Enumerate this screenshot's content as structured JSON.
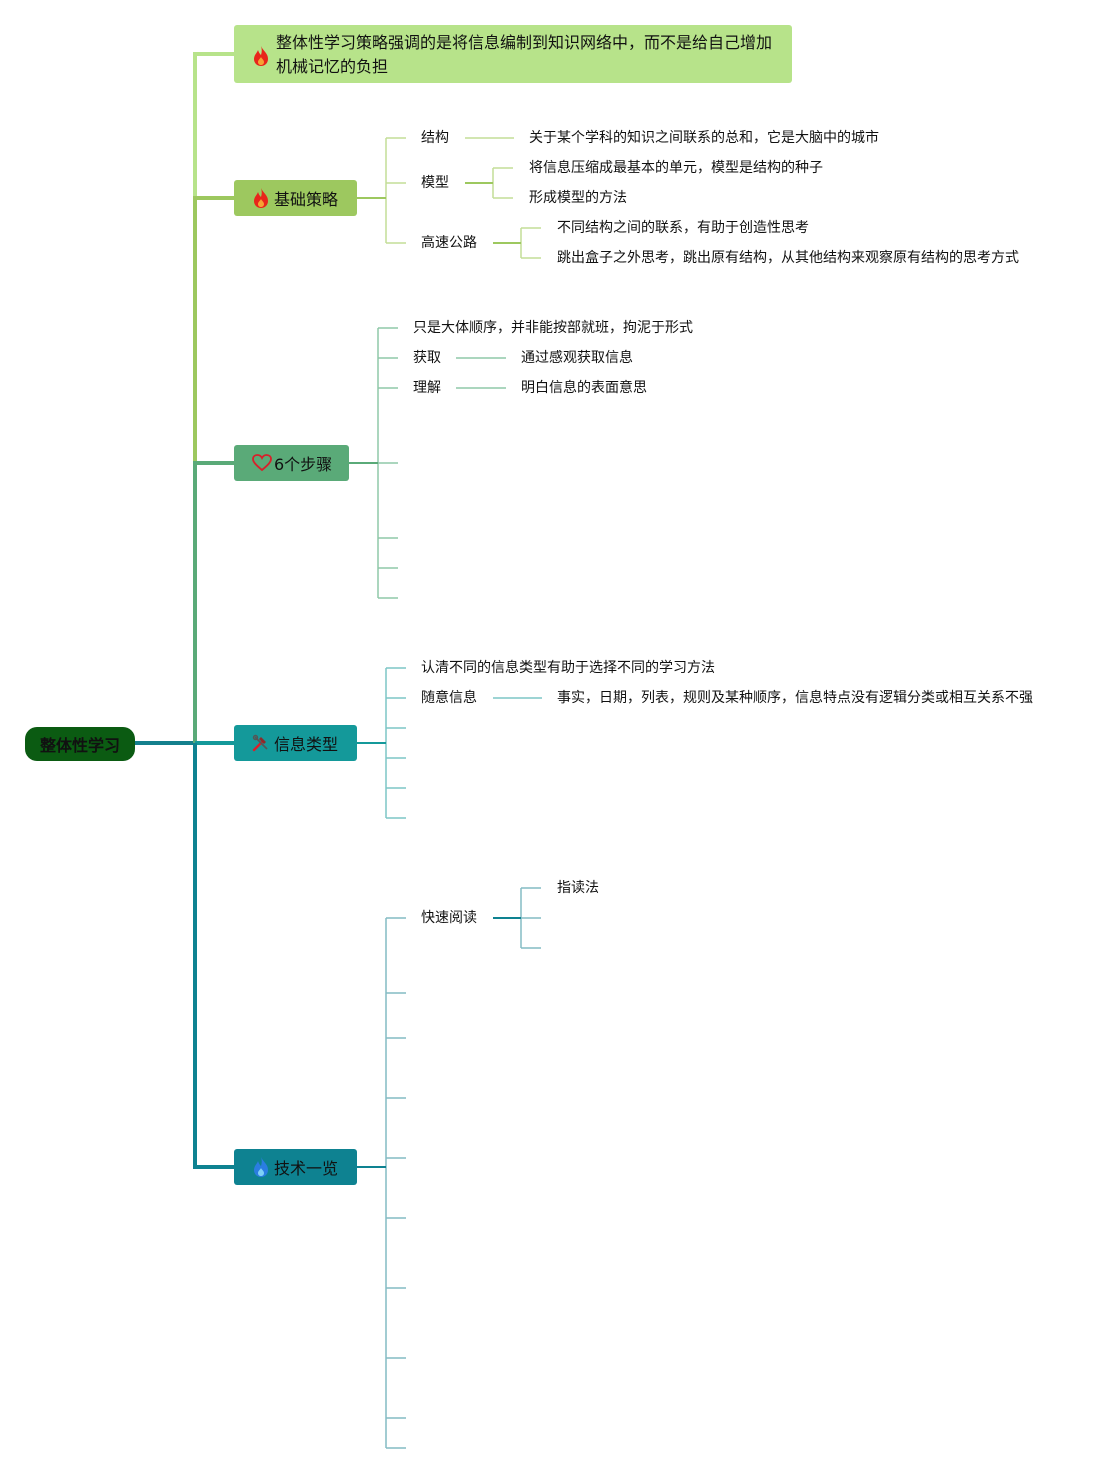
{
  "root": {
    "label": "整体性学习"
  },
  "intro_note": {
    "text": "整体性学习策略强调的是将信息编制到知识网络中，而不是给自己增加机械记忆的负担",
    "icon": "fire-icon"
  },
  "branches": {
    "basic": {
      "label": "基础策略",
      "icon": "fire-icon",
      "color": "#9dc85f",
      "structure": {
        "label": "结构",
        "desc": "关于某个学科的知识之间联系的总和，它是大脑中的城市"
      },
      "model": {
        "label": "模型",
        "desc1": "将信息压缩成最基本的单元，模型是结构的种子",
        "desc2": "形成模型的方法"
      },
      "highway": {
        "label": "高速公路",
        "desc1": "不同结构之间的联系，有助于创造性思考",
        "desc2": "跳出盒子之外思考，跳出原有结构，从其他结构来观察原有结构的思考方式"
      }
    },
    "steps": {
      "label": "6个步骤",
      "icon": "heart-icon",
      "color": "#5aaa78",
      "note": "只是大体顺序，并非能按部就班，拘泥于形式",
      "acquire": {
        "label": "获取",
        "desc": "通过感观获取信息"
      },
      "understand": {
        "label": "理解",
        "desc": "明白信息的表面意思"
      }
    },
    "types": {
      "label": "信息类型",
      "icon": "tools-icon",
      "color": "#14999a",
      "note": "认清不同的信息类型有助于选择不同的学习方法",
      "random": {
        "label": "随意信息",
        "desc": "事实，日期，列表，规则及某种顺序，信息特点没有逻辑分类或相互关系不强"
      }
    },
    "tech": {
      "label": "技术一览",
      "icon": "flame-blue-icon",
      "color": "#0e8291",
      "speed_reading": {
        "label": "快速阅读",
        "child1": "指读法"
      }
    }
  },
  "colors": {
    "root": "#0b5b12",
    "note": "#b7e38a",
    "basic": "#9dc85f",
    "steps": "#5aaa78",
    "types": "#14999a",
    "tech": "#0e8291"
  }
}
